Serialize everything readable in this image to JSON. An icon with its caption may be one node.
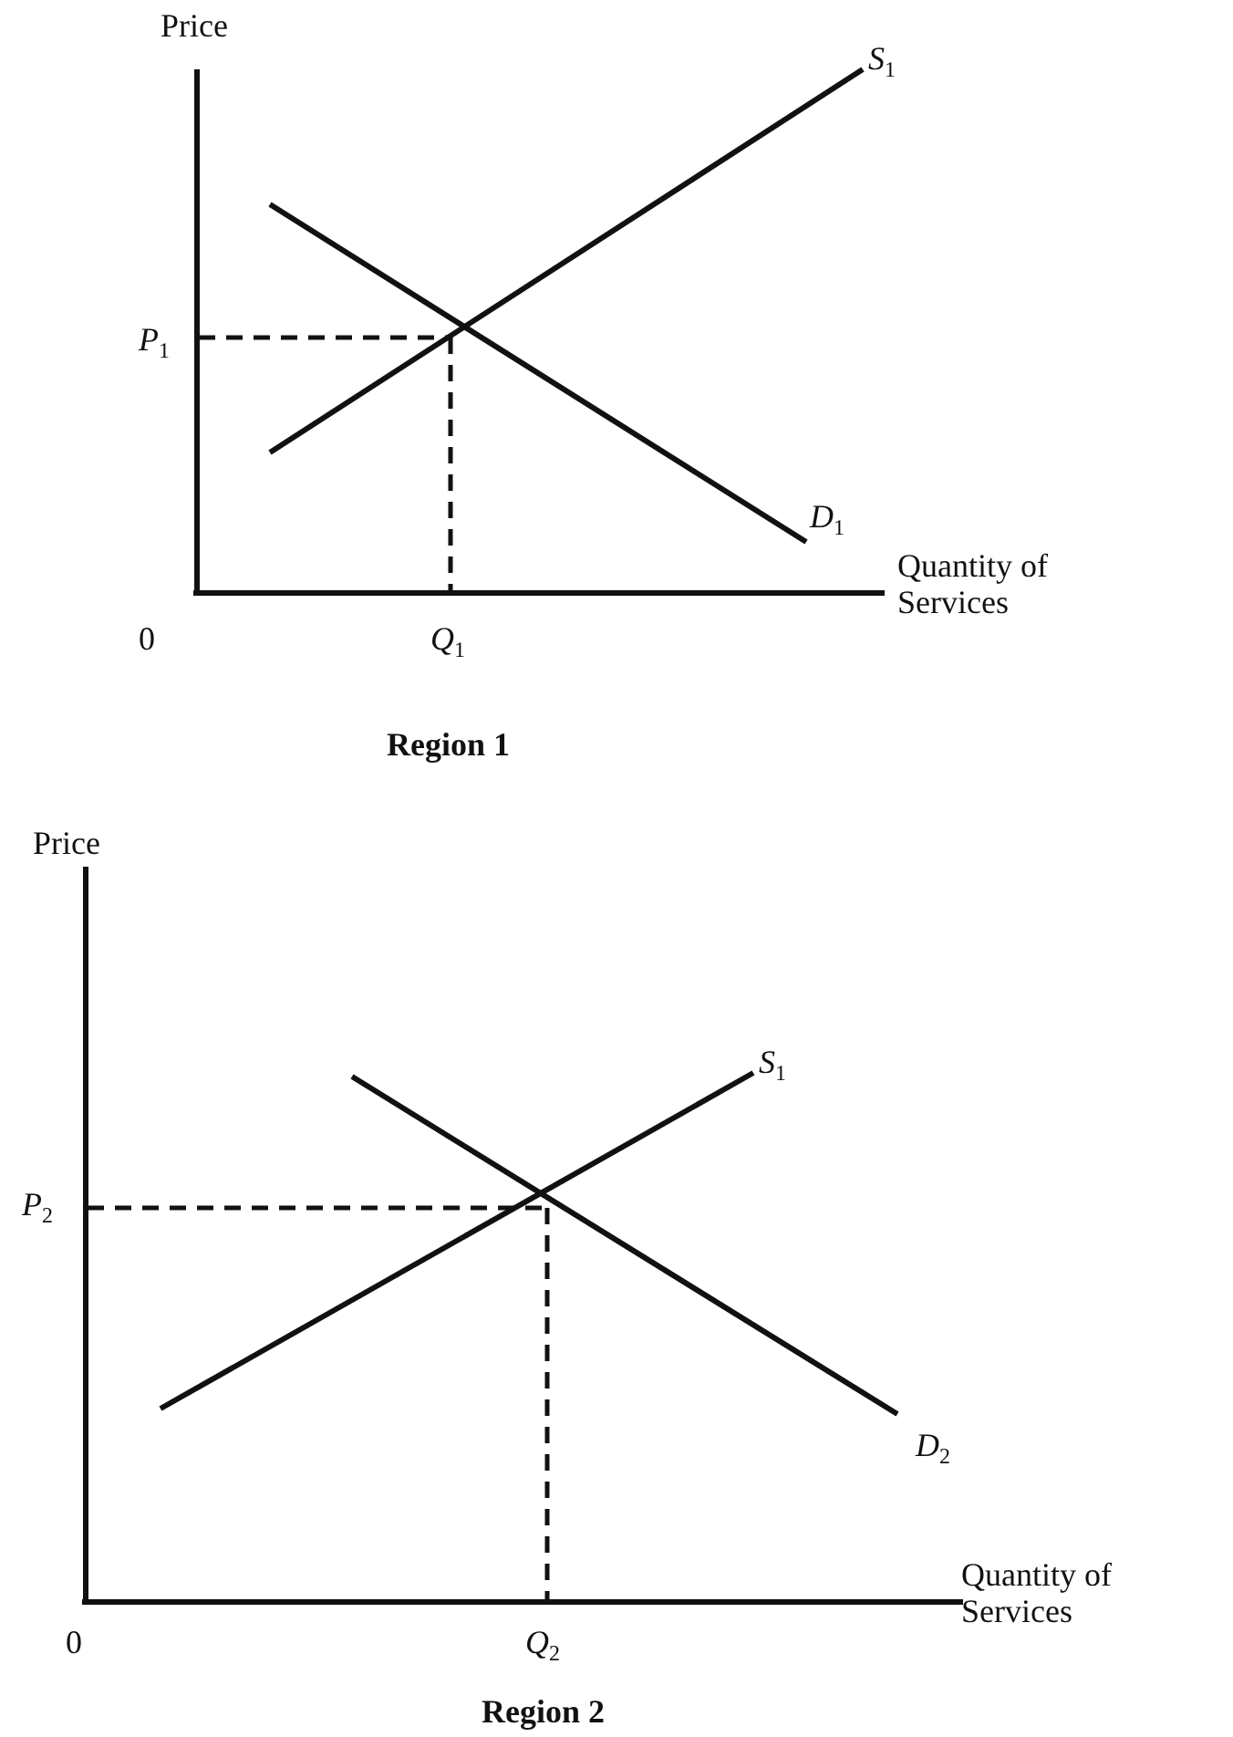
{
  "diagram": {
    "labels": [
      "Price",
      "*S*$_{1}$",
      "*P*$_{1}$",
      "*D*$_{1}$",
      "Quantity of Services",
      "0",
      "*Q*$_{1}$",
      "Region 1",
      "Price",
      "*S*$_{1}$",
      "*P*$_{2}$",
      "*D*$_{2}$",
      "Quantity of Services",
      "0",
      "*Q*$_{2}$",
      "Region 2"
    ]
  }
}
